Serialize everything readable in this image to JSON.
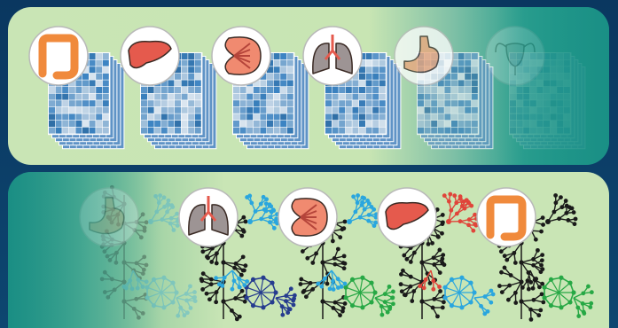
{
  "panels": {
    "top": {
      "organs": [
        {
          "name": "colon-icon",
          "kind": "colon"
        },
        {
          "name": "liver-icon",
          "kind": "liver"
        },
        {
          "name": "kidney-icon",
          "kind": "kidney"
        },
        {
          "name": "lungs-icon",
          "kind": "lungs"
        },
        {
          "name": "stomach-icon",
          "kind": "stomach"
        },
        {
          "name": "uterus-icon",
          "kind": "uterus"
        }
      ],
      "heatmap_stack_count": 6
    },
    "bottom": {
      "organs": [
        {
          "name": "stomach-icon",
          "kind": "stomach"
        },
        {
          "name": "lungs-icon",
          "kind": "lungs"
        },
        {
          "name": "kidney-icon",
          "kind": "kidney"
        },
        {
          "name": "liver-icon",
          "kind": "liver"
        },
        {
          "name": "colon-icon",
          "kind": "colon"
        }
      ],
      "network_count": 5
    }
  },
  "colors": {
    "background": "#0b3b63",
    "panel_green": "#c9e5b5",
    "panel_teal": "#1a8f85",
    "heatmap_dark": "#2f6fae",
    "heatmap_light": "#d7e8f5",
    "organ_orange": "#f08a3c",
    "organ_red": "#e55a4d",
    "kidney_fill": "#f08a70",
    "lungs_fill": "#9d9494",
    "stomach_fill": "#f0a67c",
    "net_black": "#1a1a1a",
    "net_cyan": "#2aa6de",
    "net_green": "#27a845",
    "net_navy": "#263c8f",
    "net_red": "#e0453a"
  }
}
